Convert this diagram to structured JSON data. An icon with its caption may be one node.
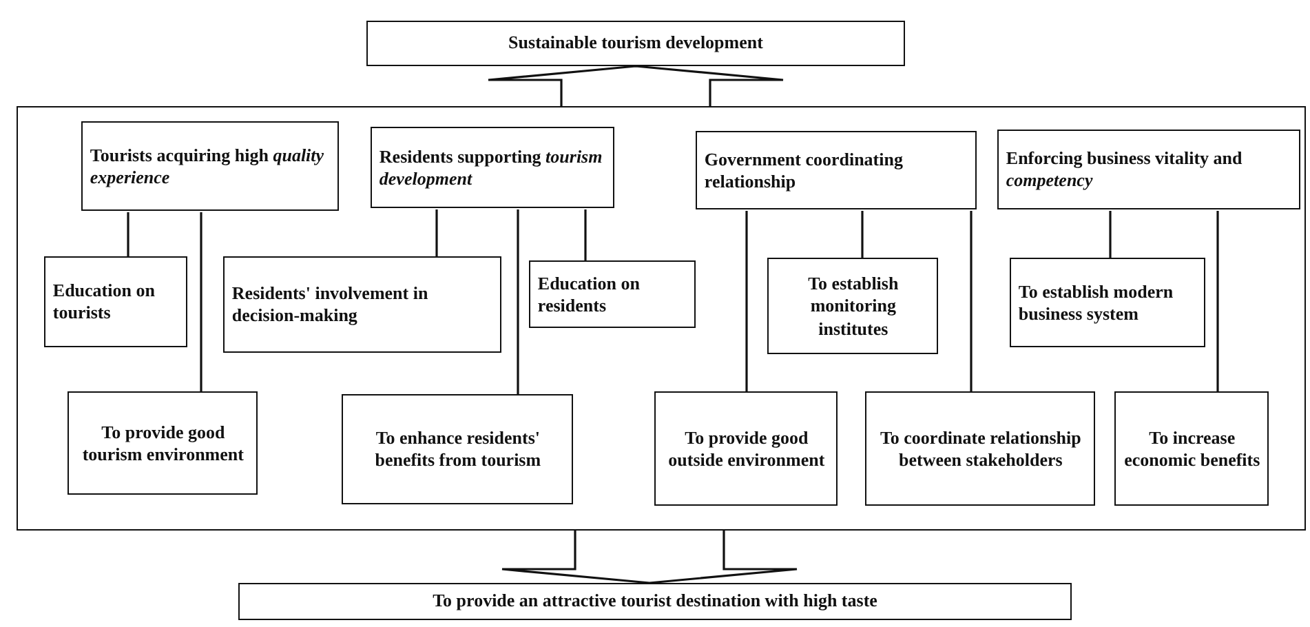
{
  "diagram": {
    "nodes": [
      {
        "text": [
          "Sustainable tourism development"
        ]
      },
      {
        "text": [],
        "shape": "box"
      },
      {
        "text": [
          "Tourists acquiring high *quality experience*"
        ],
        "in": 1
      },
      {
        "text": [
          "Residents supporting *tourism development*"
        ],
        "in": 1
      },
      {
        "text": [
          "Government coordinating relationship"
        ],
        "in": 1
      },
      {
        "text": [
          "Enforcing business vitality and *competency*"
        ],
        "in": 1
      },
      {
        "text": [
          "Education on tourists"
        ],
        "in": 1
      },
      {
        "text": [
          "Residents' involvement in decision-making"
        ],
        "in": 1
      },
      {
        "text": [
          "Education on residents"
        ],
        "in": 1
      },
      {
        "text": [
          "To establish monitoring institutes"
        ],
        "in": 1
      },
      {
        "text": [
          "To establish modern business system"
        ],
        "in": 1
      },
      {
        "text": [
          "To provide good tourism environment"
        ],
        "in": 1
      },
      {
        "text": [
          "To enhance residents' benefits from tourism"
        ],
        "in": 1
      },
      {
        "text": [
          "To provide good outside environment"
        ],
        "in": 1
      },
      {
        "text": [
          "To coordinate relationship between stakeholders"
        ],
        "in": 1
      },
      {
        "text": [
          "To increase economic benefits"
        ],
        "in": 1
      },
      {
        "text": [
          "To provide an attractive tourist destination with high taste"
        ]
      }
    ],
    "edges": [
      {
        "from": 1,
        "to": 0,
        "arrow": "to",
        "style": "thick"
      },
      {
        "from": 1,
        "to": 16,
        "arrow": "to",
        "style": "thick"
      },
      {
        "from": 2,
        "to": 6,
        "arrow": "none"
      },
      {
        "from": 2,
        "to": 11,
        "arrow": "none"
      },
      {
        "from": 3,
        "to": 7,
        "arrow": "none"
      },
      {
        "from": 3,
        "to": 12,
        "arrow": "none"
      },
      {
        "from": 3,
        "to": 8,
        "arrow": "none"
      },
      {
        "from": 4,
        "to": 13,
        "arrow": "none"
      },
      {
        "from": 4,
        "to": 9,
        "arrow": "none"
      },
      {
        "from": 4,
        "to": 14,
        "arrow": "none"
      },
      {
        "from": 5,
        "to": 10,
        "arrow": "none"
      },
      {
        "from": 5,
        "to": 15,
        "arrow": "none"
      }
    ]
  }
}
